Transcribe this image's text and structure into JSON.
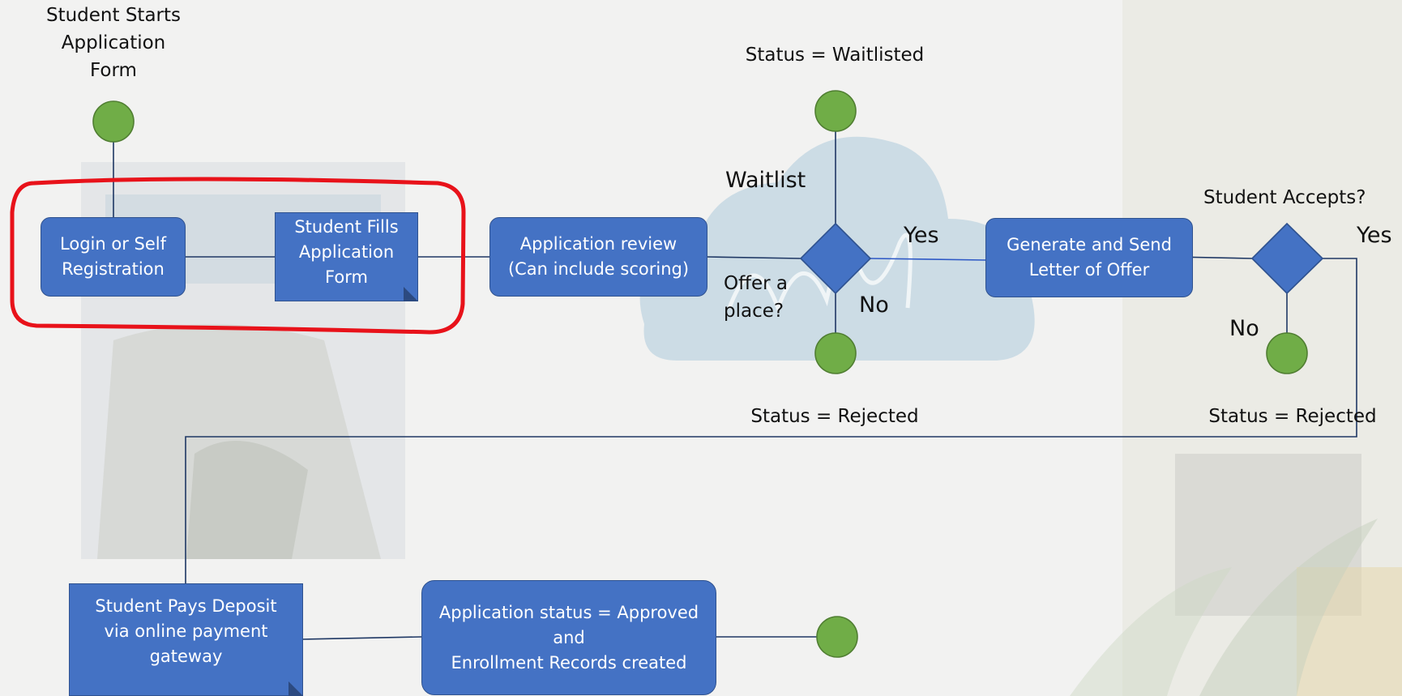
{
  "diagram": {
    "start_label": "Student Starts\nApplication\nForm",
    "nodes": {
      "login": "Login or Self\nRegistration",
      "fills_form": "Student Fills\nApplication\nForm",
      "review": "Application review\n(Can include scoring)",
      "letter": "Generate and Send\nLetter of Offer",
      "deposit": "Student Pays Deposit\nvia online payment\ngateway",
      "approved": "Application status = Approved\nand\nEnrollment Records created"
    },
    "decisions": {
      "offer_question": "Offer a\nplace?",
      "accept_question": "Student Accepts?"
    },
    "branch_labels": {
      "waitlist": "Waitlist",
      "offer_yes": "Yes",
      "offer_no": "No",
      "accept_yes": "Yes",
      "accept_no": "No"
    },
    "status_labels": {
      "waitlisted": "Status = Waitlisted",
      "rejected_offer": "Status = Rejected",
      "rejected_accept": "Status = Rejected"
    },
    "colors": {
      "node_fill": "#4472c4",
      "node_border": "#2f528f",
      "terminal_fill": "#70ad47",
      "terminal_border": "#507e32",
      "highlight": "#e8121a",
      "connector": "#1f3864"
    }
  }
}
